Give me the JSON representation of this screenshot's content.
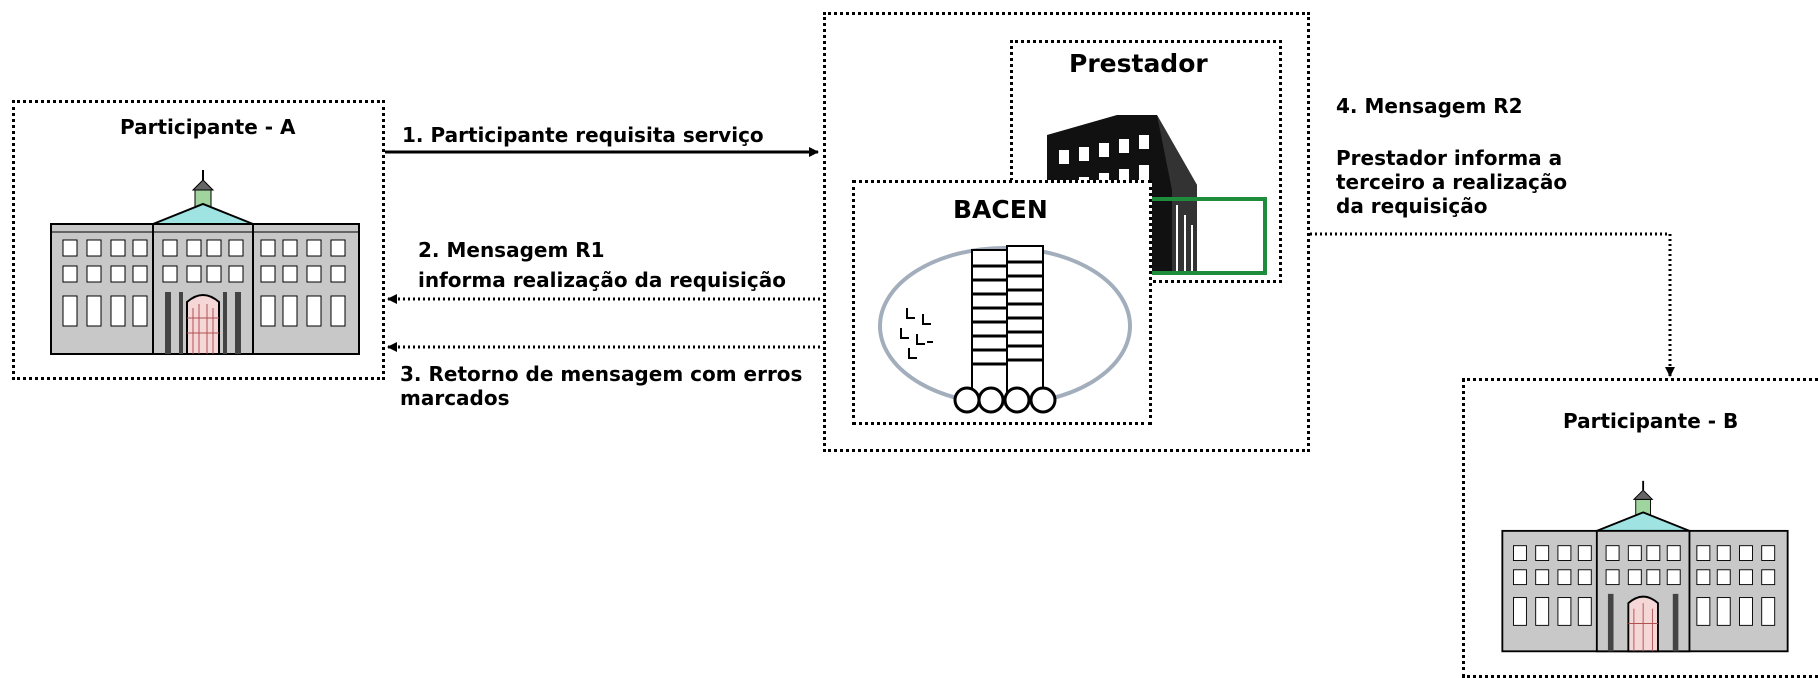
{
  "participant_a": {
    "title": "Participante  - A"
  },
  "participant_b": {
    "title": "Participante  - B"
  },
  "prestador": {
    "title": "Prestador"
  },
  "bacen": {
    "title": "BACEN"
  },
  "arrows": {
    "step1": "1. Participante requisita serviço",
    "step2_title": "2. Mensagem R1",
    "step2_desc": "informa realização da requisição",
    "step3": "3. Retorno de mensagem com erros marcados",
    "step4_title": "4. Mensagem R2",
    "step4_desc": "Prestador informa  a terceiro a realização da requisição"
  },
  "colors": {
    "prestador_frame": "#1e8c3a",
    "bacen_oval": "#a3aebc",
    "building_wall": "#c8c8c8"
  }
}
